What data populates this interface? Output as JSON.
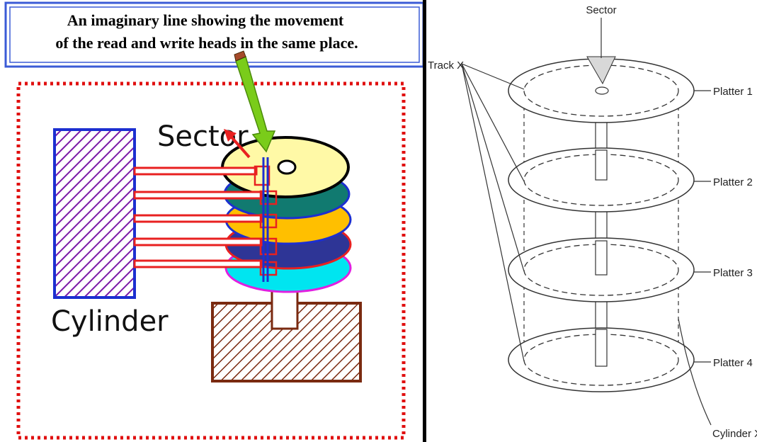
{
  "left_diagram": {
    "caption": {
      "line1": "An imaginary line showing the movement",
      "line2": "of the read and write heads in the same place."
    },
    "labels": {
      "sector": "Sector",
      "cylinder": "Cylinder"
    },
    "colors": {
      "caption_border": "#3b5bd6",
      "dotted_frame": "#e01010",
      "cylinder_block_border": "#1c2fd0",
      "cylinder_block_hatch": "#7a1aa6",
      "arm": "#e82020",
      "pointer_arrow": "#7acc1a",
      "base_hatch": "#7a2a10",
      "platter_top": "#fff9a6",
      "platter_2": "#117a70",
      "platter_3": "#ffbf00",
      "platter_4": "#2e3596",
      "platter_5": "#00e5f0"
    }
  },
  "right_diagram": {
    "labels": {
      "sector": "Sector",
      "track": "Track X",
      "cylinder": "Cylinder X",
      "platters": [
        "Platter 1",
        "Platter 2",
        "Platter 3",
        "Platter 4"
      ]
    }
  }
}
